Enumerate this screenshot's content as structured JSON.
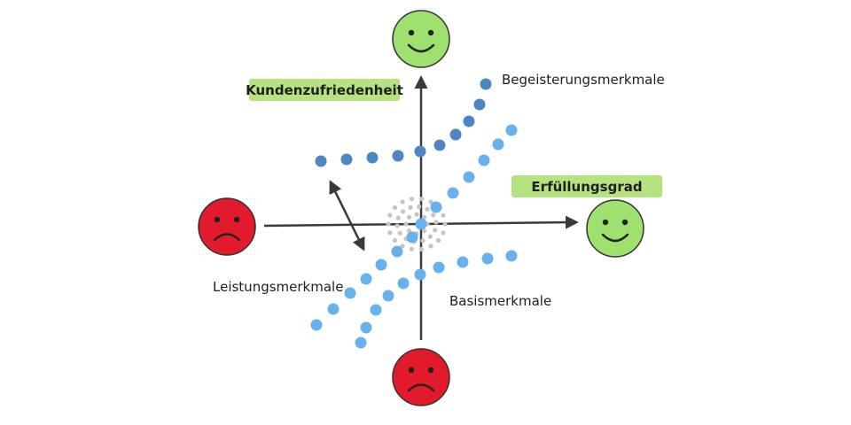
{
  "labels": {
    "satisfaction": "Kundenzufriedenheit",
    "fulfillment": "Erfüllungsgrad",
    "excitement": "Begeisterungsmerkmale",
    "performance": "Leistungsmerkmale",
    "basic": "Basismerkmale"
  },
  "colors": {
    "highlight": "#b6e37f",
    "happy_face": "#9ee16f",
    "sad_face": "#e21b2c",
    "axis": "#3a3a3a",
    "excitement_dots": "#4e86c2",
    "curve_dots": "#67b2ec",
    "center_dots": "#c5c5c5"
  },
  "faces": [
    {
      "name": "top-happy-face-icon",
      "mood": "happy"
    },
    {
      "name": "right-happy-face-icon",
      "mood": "happy"
    },
    {
      "name": "left-sad-face-icon",
      "mood": "sad"
    },
    {
      "name": "bottom-sad-face-icon",
      "mood": "sad"
    }
  ]
}
